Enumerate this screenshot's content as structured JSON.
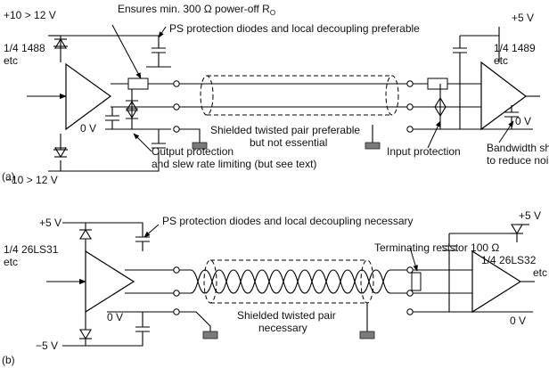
{
  "part_a": {
    "ps_top": "+10 > 12 V",
    "ps_bottom": "−10 > 12 V",
    "ro_note": "Ensures min. 300 Ω power-off R",
    "ro_sub": "O",
    "ps_note": "PS protection diodes and local decoupling preferable",
    "driver_label_1": "1/4 1488",
    "driver_label_2": "etc",
    "receiver_label_1": "1/4 1489",
    "receiver_label_2": "etc",
    "ps_right": "+5 V",
    "gnd_left": "0 V",
    "gnd_right": "0 V",
    "cable_note_1": "Shielded twisted pair preferable",
    "cable_note_2": "but not essential",
    "output_note_1": "Output protection",
    "output_note_2": "and slew rate limiting (but see text)",
    "input_note": "Input protection",
    "bw_note_1": "Bandwidth shaping",
    "bw_note_2": "to reduce noise",
    "tag": "(a)"
  },
  "part_b": {
    "ps_top": "+5 V",
    "ps_bottom": "−5 V",
    "ps_note": "PS protection diodes and local decoupling necessary",
    "driver_label_1": "1/4 26LS31",
    "driver_label_2": "etc",
    "receiver_label_1": "1/4 26LS32",
    "receiver_label_2": "etc",
    "ps_right": "+5 V",
    "term_note": "Terminating resistor 100 Ω",
    "gnd_left": "0 V",
    "gnd_right": "0 V",
    "cable_note_1": "Shielded twisted pair",
    "cable_note_2": "necessary",
    "tag": "(b)"
  }
}
